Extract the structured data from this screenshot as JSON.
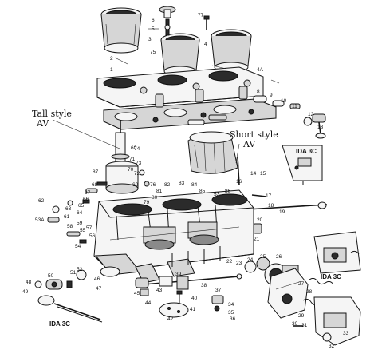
{
  "labels": {
    "tall_style_line1": "Tall style",
    "tall_style_line2": "AV",
    "short_style_line1": "Short style",
    "short_style_line2": "AV",
    "ida_upper": "IDA 3C",
    "ida_right": "IDA 3C",
    "ida_left": "IDA 3C"
  },
  "part_numbers": [
    "77",
    "6",
    "5",
    "75",
    "4",
    "4A",
    "3",
    "2",
    "1",
    "8",
    "9",
    "10",
    "11",
    "12",
    "13",
    "60",
    "74",
    "71",
    "73",
    "70",
    "72",
    "69",
    "76",
    "87",
    "68",
    "67",
    "66",
    "65",
    "62",
    "53A",
    "63",
    "61",
    "64",
    "58",
    "55",
    "59",
    "57",
    "56",
    "54",
    "17",
    "18",
    "19",
    "20",
    "21",
    "14",
    "15",
    "16",
    "22",
    "23",
    "24",
    "25",
    "26",
    "27",
    "28",
    "29",
    "30",
    "31",
    "32",
    "33",
    "34",
    "35",
    "36",
    "37",
    "38",
    "39",
    "40",
    "41",
    "42",
    "43",
    "44",
    "45",
    "46",
    "47",
    "48",
    "49",
    "50",
    "51",
    "52",
    "53",
    "86",
    "85",
    "84",
    "83",
    "82",
    "81",
    "80",
    "79",
    "78"
  ]
}
